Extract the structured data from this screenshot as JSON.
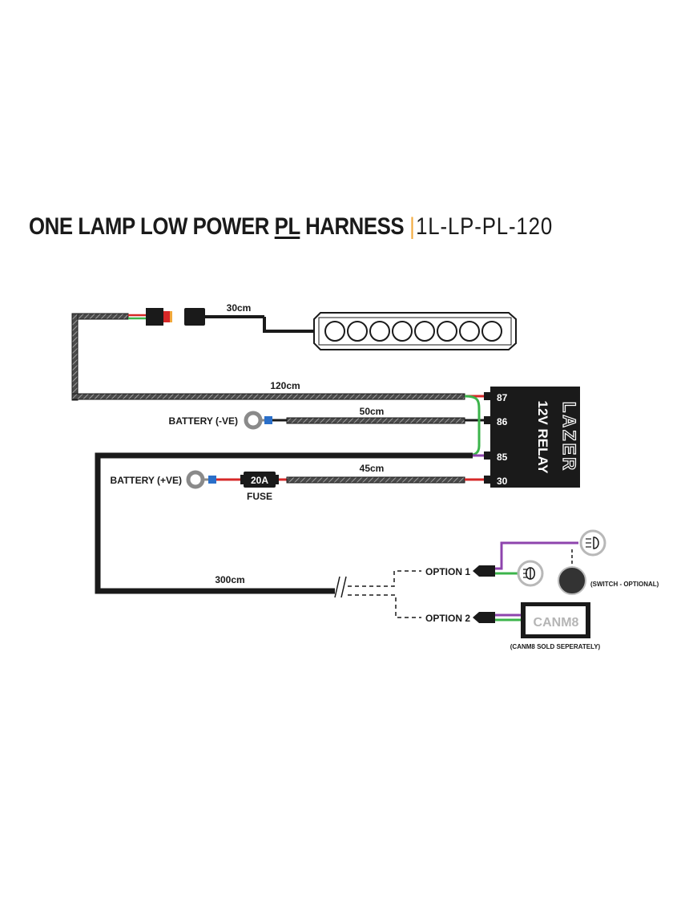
{
  "title": {
    "part1": "ONE LAMP LOW POWER ",
    "underlined": "PL",
    "part2": " HARNESS",
    "separator": "|",
    "part_number": "1L-LP-PL-120"
  },
  "cable_lengths": {
    "lamp_lead": "30cm",
    "loop": "120cm",
    "negative": "50cm",
    "positive": "45cm",
    "trigger": "300cm"
  },
  "relay": {
    "brand": "LAZER",
    "label": "12V RELAY",
    "pins": [
      "87",
      "86",
      "85",
      "30"
    ]
  },
  "battery": {
    "negative": "BATTERY (-VE)",
    "positive": "BATTERY (+VE)"
  },
  "fuse": {
    "rating": "20A",
    "label": "FUSE"
  },
  "options": {
    "option1": "OPTION 1",
    "option2": "OPTION 2",
    "switch_note": "(SWITCH - OPTIONAL)",
    "canm8_label": "CANM8",
    "canm8_note": "(CANM8 SOLD SEPERATELY)"
  },
  "colors": {
    "black": "#1a1a1a",
    "red": "#d62828",
    "green": "#3cb44b",
    "purple": "#8e44ad",
    "accent": "#f2a93b"
  },
  "icons": [
    "connector-icon",
    "light-bar-icon",
    "ring-terminal-icon",
    "fuse-icon",
    "relay-icon",
    "headlight-icon",
    "high-beam-icon",
    "switch-button-icon",
    "canm8-module-icon"
  ]
}
